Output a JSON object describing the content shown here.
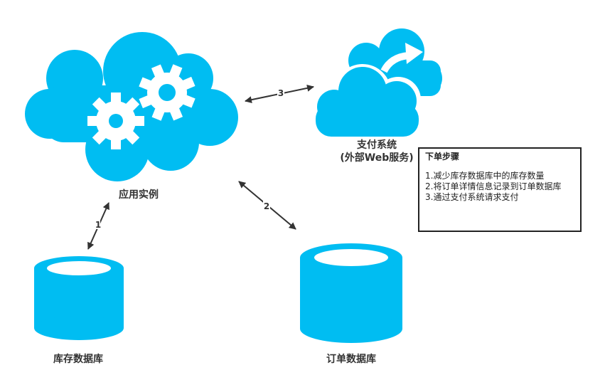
{
  "nodes": {
    "app_instance": {
      "label": "应用实例",
      "icon": "cloud-gears-icon"
    },
    "payment_system": {
      "label_line1": "支付系统",
      "label_line2": "(外部Web服务)",
      "icon": "cloud-share-icon"
    },
    "inventory_db": {
      "label": "库存数据库",
      "icon": "database-icon"
    },
    "order_db": {
      "label": "订单数据库",
      "icon": "database-icon"
    }
  },
  "edges": [
    {
      "id": "1",
      "label": "1",
      "from": "app_instance",
      "to": "inventory_db",
      "direction": "bidirectional"
    },
    {
      "id": "2",
      "label": "2",
      "from": "app_instance",
      "to": "order_db",
      "direction": "bidirectional"
    },
    {
      "id": "3",
      "label": "3",
      "from": "app_instance",
      "to": "payment_system",
      "direction": "bidirectional"
    }
  ],
  "steps": {
    "title": "下单步骤",
    "items": [
      "1.减少库存数据库中的库存数量",
      "2.将订单详情信息记录到订单数据库",
      "3.通过支付系统请求支付"
    ]
  },
  "colors": {
    "accent": "#00BDF2",
    "arrow": "#333333",
    "text": "#333333"
  }
}
